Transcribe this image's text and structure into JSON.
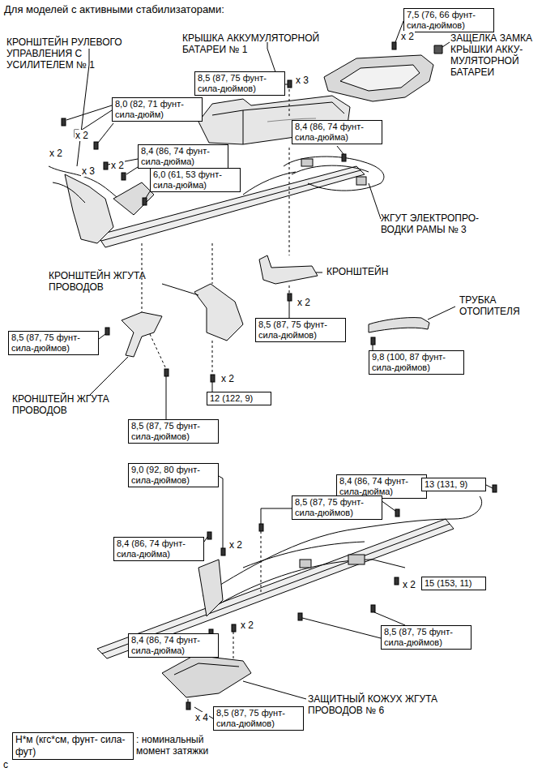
{
  "diagram": {
    "title": "Для моделей с активными стабилизаторами:",
    "nodes": [
      {
        "text": [
          "7,5 (76, 66 фунт- сила-дюймов)"
        ]
      },
      {
        "text": [
          "8,5 (87, 75 фунт- сила-дюймов)"
        ]
      },
      {
        "text": [
          "8,0 (82, 71 фунт- сила-дюйм)"
        ]
      },
      {
        "text": [
          "8,4 (86, 74 фунт- сила-дюйма)"
        ]
      },
      {
        "text": [
          "8,4 (86, 74 фунт- сила-дюйма)"
        ]
      },
      {
        "text": [
          "6,0 (61, 53 фунт- сила-дюйма)"
        ]
      },
      {
        "text": [
          "8,5 (87, 75 фунт- сила-дюймов)"
        ]
      },
      {
        "text": [
          "9,8 (100, 87 фунт- сила-дюймов)"
        ]
      },
      {
        "text": [
          "8,5 (87, 75 фунт- сила-дюймов)"
        ]
      },
      {
        "text": [
          "12 (122, 9)"
        ]
      },
      {
        "text": [
          "8,5 (87, 75 фунт- сила-дюймов)"
        ]
      },
      {
        "text": [
          "9,0 (92, 80 фунт- сила-дюймов)"
        ]
      },
      {
        "text": [
          "8,4 (86, 74 фунт- сила-дюйма)"
        ]
      },
      {
        "text": [
          "8,5 (87, 75 фунт- сила-дюймов)"
        ]
      },
      {
        "text": [
          "13 (131, 9)"
        ]
      },
      {
        "text": [
          "8,4 (86, 74 фунт- сила-дюйма)"
        ]
      },
      {
        "text": [
          "15 (153, 11)"
        ]
      },
      {
        "text": [
          "8,5 (87, 75 фунт- сила-дюймов)"
        ]
      },
      {
        "text": [
          "8,4 (86, 74 фунт- сила-дюйма)"
        ]
      },
      {
        "text": [
          "8,5 (87, 75 фунт- сила-дюймов)"
        ]
      },
      {
        "text": [
          "Н*м (кгс*см, фунт- сила-фут)"
        ]
      }
    ],
    "labels": [
      "КРОНШТЕЙН РУЛЕВОГО УПРАВЛЕНИЯ С УСИЛИТЕЛЕМ № 1",
      "КРЫШКА АККУМУЛЯТОРНОЙ БАТАРЕИ № 1",
      "x 2",
      "ЗАЩЕЛКА ЗАМКА КРЫШКИ АККУ- МУЛЯТОРНОЙ БАТАРЕИ",
      "x 3",
      "x 2",
      "x 2",
      "x 2",
      "x 3",
      "ЖГУТ ЭЛЕКТРОПРО- ВОДКИ РАМЫ № 3",
      "КРОНШТЕЙН",
      "КРОНШТЕЙН ЖГУТА ПРОВОДОВ",
      "ТРУБКА ОТОПИТЕЛЯ",
      "x 2",
      "x 2",
      "КРОНШТЕЙН ЖГУТА ПРОВОДОВ",
      "x 2",
      "x 2",
      "x 2",
      "ЗАЩИТНЫЙ КОЖУХ ЖГУТА ПРОВОДОВ № 6",
      "x 4",
      ": номинальный момент затяжки",
      "c"
    ]
  }
}
